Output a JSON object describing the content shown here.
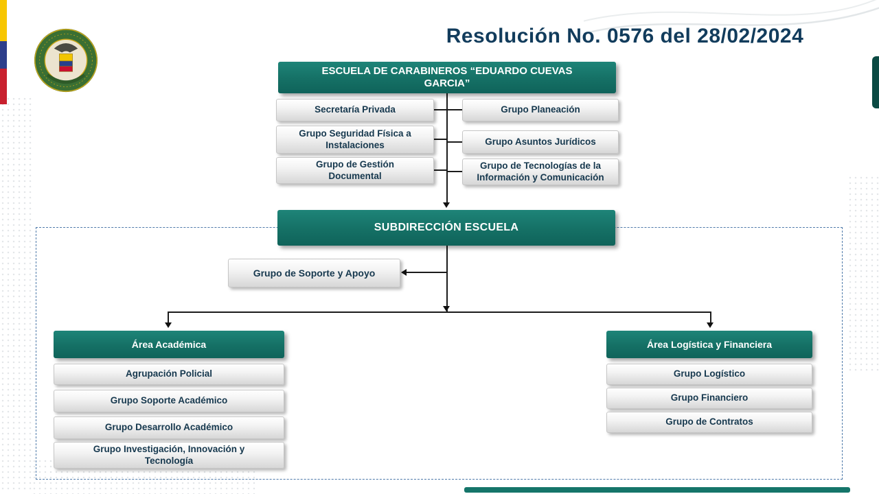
{
  "title": "Resolución No. 0576 del 28/02/2024",
  "org": {
    "root": "ESCUELA DE CARABINEROS “EDUARDO CUEVAS GARCIA”",
    "left_staff": [
      "Secretaría Privada",
      "Grupo Seguridad Física a Instalaciones",
      "Grupo de Gestión Documental"
    ],
    "right_staff": [
      "Grupo Planeación",
      "Grupo Asuntos Jurídicos",
      "Grupo de Tecnologías de la Información y Comunicación"
    ],
    "subdireccion": "SUBDIRECCIÓN ESCUELA",
    "soporte": "Grupo de Soporte y Apoyo",
    "academica": {
      "title": "Área Académica",
      "items": [
        "Agrupación Policial",
        "Grupo Soporte Académico",
        "Grupo Desarrollo Académico",
        "Grupo Investigación, Innovación y Tecnología"
      ]
    },
    "logistica": {
      "title": "Área Logística y Financiera",
      "items": [
        "Grupo Logístico",
        "Grupo Financiero",
        "Grupo de Contratos"
      ]
    }
  },
  "colors": {
    "teal": "#157065",
    "navy_text": "#16384e",
    "title_text": "#123c5c",
    "dashed_border": "#4d79a9"
  }
}
